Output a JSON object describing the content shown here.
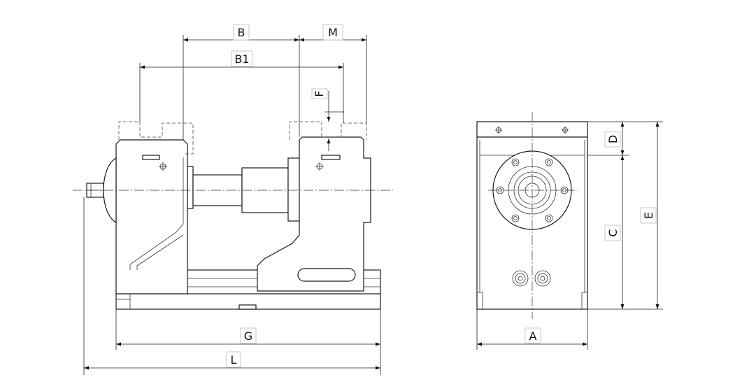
{
  "dimension_labels": {
    "B": "B",
    "M": "M",
    "B1": "B1",
    "F": "F",
    "G": "G",
    "L": "L",
    "A": "A",
    "D": "D",
    "C": "C",
    "E": "E"
  }
}
